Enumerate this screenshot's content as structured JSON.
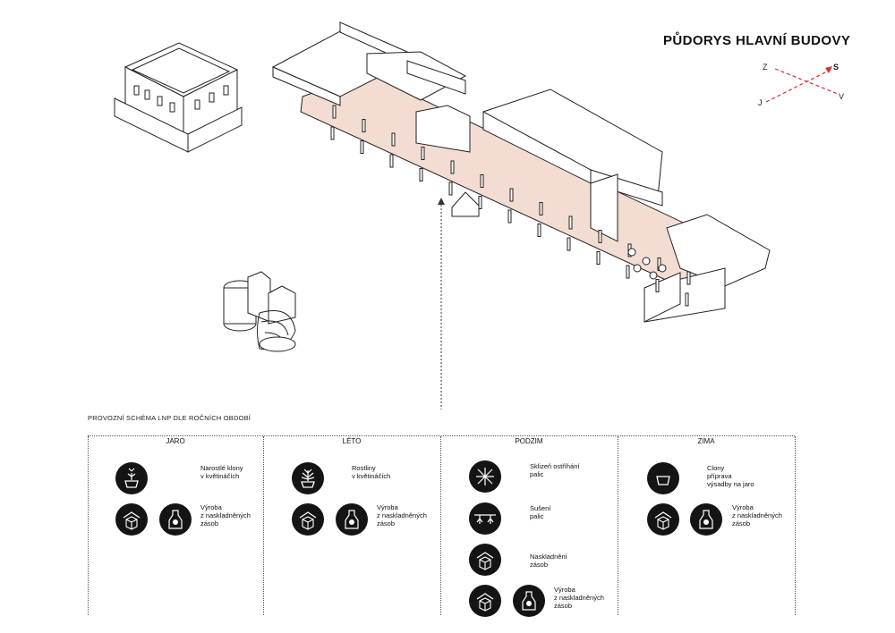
{
  "title": "PŮDORYS HLAVNÍ BUDOVY",
  "compass": {
    "z": "Z",
    "s": "S",
    "j": "J",
    "v": "V"
  },
  "schema_title": "PROVOZNÍ SCHÉMA LNP DLE ROČNÍCH OBDOBÍ",
  "seasons": [
    {
      "name": "JARO",
      "items": [
        {
          "icon": "seedling-pot-icon",
          "text": "Narostlé klony\nv květináčích"
        },
        {
          "icon": "box-house-icon",
          "text": ""
        },
        {
          "icon": "bottle-icon",
          "text": "Výroba\nz naskladněných\nzásob"
        }
      ]
    },
    {
      "name": "LÉTO",
      "items": [
        {
          "icon": "plant-pot-icon",
          "text": "Rostliny\nv květináčích"
        },
        {
          "icon": "box-house-icon",
          "text": ""
        },
        {
          "icon": "bottle-icon",
          "text": "Výroba\nz naskladněných\nzásob"
        }
      ]
    },
    {
      "name": "PODZIM",
      "items": [
        {
          "icon": "harvest-cut-icon",
          "text": "Sklizeň ostříhání\npalic"
        },
        {
          "icon": "drying-icon",
          "text": "Sušení\npalic"
        },
        {
          "icon": "box-house-icon",
          "text": "Naskladnění\nzásob"
        },
        {
          "icon": "box-house-icon",
          "text": ""
        },
        {
          "icon": "bottle-icon",
          "text": "Výroba\nz naskladněných\nzásob"
        }
      ]
    },
    {
      "name": "ZIMA",
      "items": [
        {
          "icon": "empty-pot-icon",
          "text": "Clony\npříprava\nvýsadby na jaro"
        },
        {
          "icon": "box-house-icon",
          "text": ""
        },
        {
          "icon": "bottle-icon",
          "text": "Výroba\nz naskladněných\nzásob"
        }
      ]
    }
  ],
  "colors": {
    "floor": "#f3dcd2",
    "compass_arrow": "#d6302f",
    "icon_bg": "#141414"
  }
}
